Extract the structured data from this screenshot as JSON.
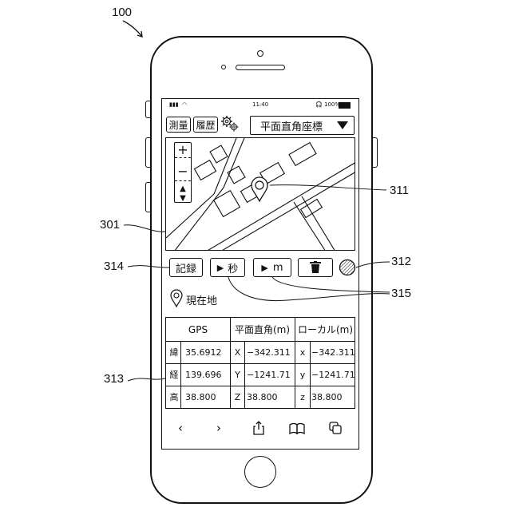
{
  "figure": {
    "device_ref": "100",
    "map_ref": "301",
    "table_ref": "313",
    "record_ref": "314",
    "marker_ref": "311",
    "indicator_ref": "312",
    "timer_ref": "315"
  },
  "status_bar": {
    "time": "11:40",
    "battery": "100%"
  },
  "toolbar": {
    "survey_label": "測量",
    "history_label": "履歴",
    "coordinate_system": "平面直角座標"
  },
  "map": {
    "zoom_in": "+",
    "zoom_out": "−"
  },
  "controls": {
    "record_label": "記録",
    "seconds_label": "秒",
    "meters_label": "m"
  },
  "location": {
    "label": "現在地"
  },
  "table": {
    "headers": [
      "GPS",
      "平面直角(m)",
      "ローカル(m)"
    ],
    "rows": [
      {
        "label": "緯",
        "gps": "35.6912",
        "plane_axis": "X",
        "plane_value": "−342.311",
        "local_axis": "x",
        "local_value": "−342.311"
      },
      {
        "label": "経",
        "gps": "139.696",
        "plane_axis": "Y",
        "plane_value": "−1241.71",
        "local_axis": "y",
        "local_value": "−1241.71"
      },
      {
        "label": "高",
        "gps": "38.800",
        "plane_axis": "Z",
        "plane_value": "38.800",
        "local_axis": "z",
        "local_value": "38.800"
      }
    ]
  },
  "bottom_nav": [
    "back-icon",
    "forward-icon",
    "share-icon",
    "bookmarks-icon",
    "tabs-icon"
  ]
}
